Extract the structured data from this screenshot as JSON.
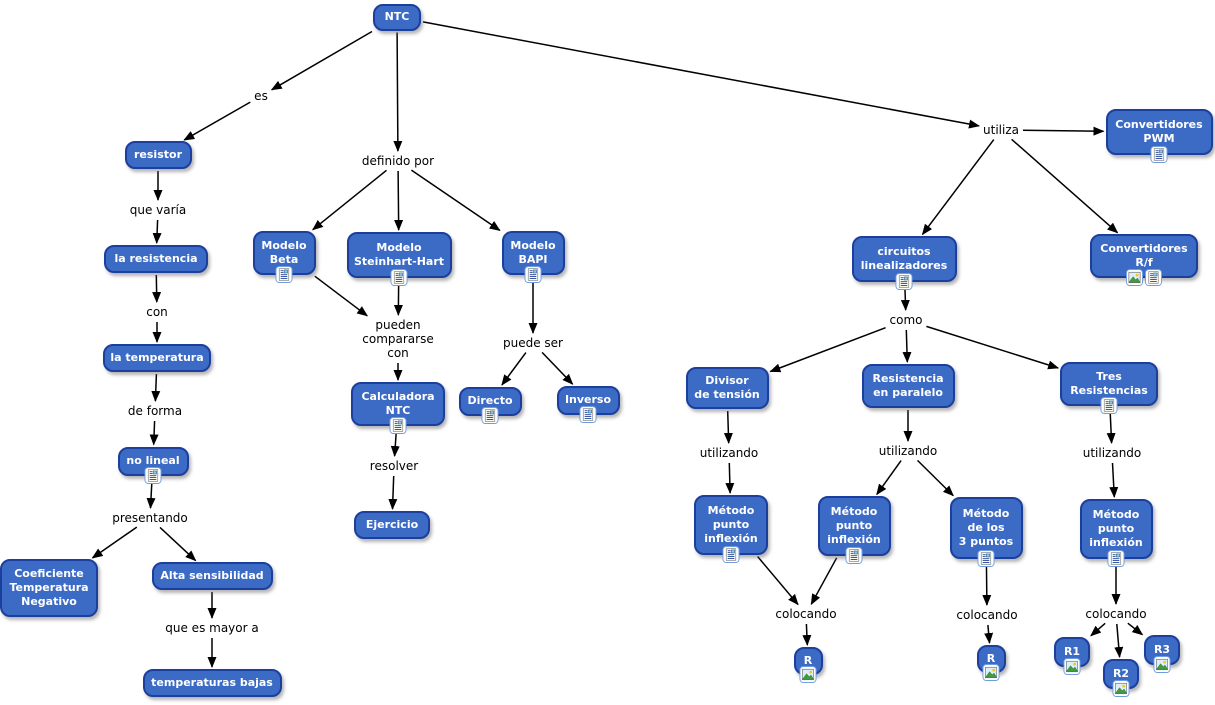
{
  "canvas": {
    "background_color": "#ffffff",
    "node_fill_color": "#3C6BC6",
    "node_border_color": "#1C3F9E",
    "node_text_color": "#ffffff",
    "linking_text_color": "#000000",
    "connector_color": "#000000"
  },
  "concept_map": {
    "nodes": [
      {
        "id": "ntc",
        "label": "NTC",
        "icons": []
      },
      {
        "id": "resistor",
        "label": "resistor",
        "icons": []
      },
      {
        "id": "la_resistencia",
        "label": "la resistencia",
        "icons": []
      },
      {
        "id": "la_temperatura",
        "label": "la temperatura",
        "icons": []
      },
      {
        "id": "no_lineal",
        "label": "no lineal",
        "icons": [
          "document"
        ]
      },
      {
        "id": "coeficiente",
        "label": "Coeficiente\nTemperatura\nNegativo",
        "icons": []
      },
      {
        "id": "alta_sensibilidad",
        "label": "Alta sensibilidad",
        "icons": []
      },
      {
        "id": "temperaturas_bajas",
        "label": "temperaturas bajas",
        "icons": []
      },
      {
        "id": "modelo_beta",
        "label": "Modelo\nBeta",
        "icons": [
          "document"
        ]
      },
      {
        "id": "modelo_steinhart",
        "label": "Modelo\nSteinhart-Hart",
        "icons": [
          "document"
        ]
      },
      {
        "id": "modelo_bapi",
        "label": "Modelo\nBAPI",
        "icons": [
          "document"
        ]
      },
      {
        "id": "calculadora_ntc",
        "label": "Calculadora\nNTC",
        "icons": [
          "document"
        ]
      },
      {
        "id": "ejercicio",
        "label": "Ejercicio",
        "icons": []
      },
      {
        "id": "directo",
        "label": "Directo",
        "icons": [
          "document"
        ]
      },
      {
        "id": "inverso",
        "label": "Inverso",
        "icons": [
          "document"
        ]
      },
      {
        "id": "convertidores_pwm",
        "label": "Convertidores\nPWM",
        "icons": [
          "document"
        ]
      },
      {
        "id": "circuitos_linealizadores",
        "label": "circuitos\nlinealizadores",
        "icons": [
          "document"
        ]
      },
      {
        "id": "convertidores_rf",
        "label": "Convertidores\nR/f",
        "icons": [
          "image",
          "document"
        ]
      },
      {
        "id": "divisor_tension",
        "label": "Divisor\nde tensión",
        "icons": []
      },
      {
        "id": "resistencia_paralelo",
        "label": "Resistencia\nen paralelo",
        "icons": []
      },
      {
        "id": "tres_resistencias",
        "label": "Tres\nResistencias",
        "icons": [
          "document"
        ]
      },
      {
        "id": "metodo_pi_1",
        "label": "Método\npunto\ninflexión",
        "icons": [
          "document"
        ]
      },
      {
        "id": "metodo_pi_2",
        "label": "Método\npunto\ninflexión",
        "icons": [
          "document"
        ]
      },
      {
        "id": "metodo_3_puntos",
        "label": "Método\nde los\n3 puntos",
        "icons": [
          "document"
        ]
      },
      {
        "id": "metodo_pi_3",
        "label": "Método\npunto\ninflexión",
        "icons": [
          "document"
        ]
      },
      {
        "id": "r_a",
        "label": "R",
        "icons": [
          "image"
        ]
      },
      {
        "id": "r_b",
        "label": "R",
        "icons": [
          "image"
        ]
      },
      {
        "id": "r1",
        "label": "R1",
        "icons": [
          "image"
        ]
      },
      {
        "id": "r2",
        "label": "R2",
        "icons": [
          "image"
        ]
      },
      {
        "id": "r3",
        "label": "R3",
        "icons": [
          "image"
        ]
      }
    ],
    "linking_phrases": [
      {
        "id": "es",
        "label": "es"
      },
      {
        "id": "que_varia",
        "label": "que varía"
      },
      {
        "id": "con",
        "label": "con"
      },
      {
        "id": "de_forma",
        "label": "de forma"
      },
      {
        "id": "presentando",
        "label": "presentando"
      },
      {
        "id": "que_es_mayor_a",
        "label": "que es mayor a"
      },
      {
        "id": "definido_por",
        "label": "definido por"
      },
      {
        "id": "pueden_compararse",
        "label": "pueden\ncompararse\ncon"
      },
      {
        "id": "resolver",
        "label": "resolver"
      },
      {
        "id": "puede_ser",
        "label": "puede ser"
      },
      {
        "id": "utiliza",
        "label": "utiliza"
      },
      {
        "id": "como",
        "label": "como"
      },
      {
        "id": "utilizando_1",
        "label": "utilizando"
      },
      {
        "id": "utilizando_2",
        "label": "utilizando"
      },
      {
        "id": "utilizando_3",
        "label": "utilizando"
      },
      {
        "id": "colocando_1",
        "label": "colocando"
      },
      {
        "id": "colocando_2",
        "label": "colocando"
      },
      {
        "id": "colocando_3",
        "label": "colocando"
      }
    ],
    "connections": [
      {
        "from": "ntc",
        "to": "es"
      },
      {
        "from": "es",
        "to": "resistor"
      },
      {
        "from": "resistor",
        "to": "que_varia"
      },
      {
        "from": "que_varia",
        "to": "la_resistencia"
      },
      {
        "from": "la_resistencia",
        "to": "con"
      },
      {
        "from": "con",
        "to": "la_temperatura"
      },
      {
        "from": "la_temperatura",
        "to": "de_forma"
      },
      {
        "from": "de_forma",
        "to": "no_lineal"
      },
      {
        "from": "no_lineal",
        "to": "presentando"
      },
      {
        "from": "presentando",
        "to": "coeficiente"
      },
      {
        "from": "presentando",
        "to": "alta_sensibilidad"
      },
      {
        "from": "alta_sensibilidad",
        "to": "que_es_mayor_a"
      },
      {
        "from": "que_es_mayor_a",
        "to": "temperaturas_bajas"
      },
      {
        "from": "ntc",
        "to": "definido_por"
      },
      {
        "from": "definido_por",
        "to": "modelo_beta"
      },
      {
        "from": "definido_por",
        "to": "modelo_steinhart"
      },
      {
        "from": "definido_por",
        "to": "modelo_bapi"
      },
      {
        "from": "modelo_beta",
        "to": "pueden_compararse"
      },
      {
        "from": "modelo_steinhart",
        "to": "pueden_compararse"
      },
      {
        "from": "pueden_compararse",
        "to": "calculadora_ntc"
      },
      {
        "from": "calculadora_ntc",
        "to": "resolver"
      },
      {
        "from": "resolver",
        "to": "ejercicio"
      },
      {
        "from": "modelo_bapi",
        "to": "puede_ser"
      },
      {
        "from": "puede_ser",
        "to": "directo"
      },
      {
        "from": "puede_ser",
        "to": "inverso"
      },
      {
        "from": "ntc",
        "to": "utiliza"
      },
      {
        "from": "utiliza",
        "to": "convertidores_pwm"
      },
      {
        "from": "utiliza",
        "to": "circuitos_linealizadores"
      },
      {
        "from": "utiliza",
        "to": "convertidores_rf"
      },
      {
        "from": "circuitos_linealizadores",
        "to": "como"
      },
      {
        "from": "como",
        "to": "divisor_tension"
      },
      {
        "from": "como",
        "to": "resistencia_paralelo"
      },
      {
        "from": "como",
        "to": "tres_resistencias"
      },
      {
        "from": "divisor_tension",
        "to": "utilizando_1"
      },
      {
        "from": "utilizando_1",
        "to": "metodo_pi_1"
      },
      {
        "from": "resistencia_paralelo",
        "to": "utilizando_2"
      },
      {
        "from": "utilizando_2",
        "to": "metodo_pi_2"
      },
      {
        "from": "utilizando_2",
        "to": "metodo_3_puntos"
      },
      {
        "from": "tres_resistencias",
        "to": "utilizando_3"
      },
      {
        "from": "utilizando_3",
        "to": "metodo_pi_3"
      },
      {
        "from": "metodo_pi_1",
        "to": "colocando_1"
      },
      {
        "from": "metodo_pi_2",
        "to": "colocando_1"
      },
      {
        "from": "colocando_1",
        "to": "r_a"
      },
      {
        "from": "metodo_3_puntos",
        "to": "colocando_2"
      },
      {
        "from": "colocando_2",
        "to": "r_b"
      },
      {
        "from": "metodo_pi_3",
        "to": "colocando_3"
      },
      {
        "from": "colocando_3",
        "to": "r1"
      },
      {
        "from": "colocando_3",
        "to": "r2"
      },
      {
        "from": "colocando_3",
        "to": "r3"
      }
    ]
  }
}
